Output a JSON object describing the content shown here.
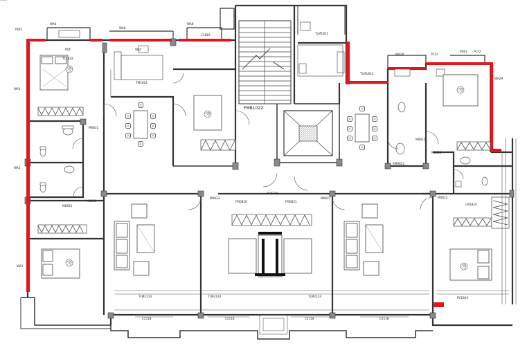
{
  "colors": {
    "wall": "#333333",
    "fill": "#9a9a9a",
    "red": "#e2141c",
    "line": "#555555",
    "fixture": "#777777",
    "paper": "#ffffff"
  },
  "labels": {
    "pdf1": "PDF1",
    "wa4": "WA4",
    "wa8_top": "WA8",
    "wa8_top2": "WA8",
    "c1819": "C1819",
    "tm1824": "TM1824",
    "pdf": "PDF",
    "wa5": "WA5",
    "wa3": "WA3",
    "wa2": "WA2",
    "wa1": "WA1",
    "fmb1022": "FMB1022",
    "m0822_a": "M0822",
    "m0822_b": "M0822",
    "m0822_c": "M0822",
    "m0822_d": "M0822",
    "m0822_e": "M0822",
    "m0822_f": "M0822",
    "m0822_g": "M0822",
    "tlm1821": "TLM1821",
    "tlm1824": "TLM1824",
    "pcf2": "PCF2",
    "wa28": "WA28",
    "pdf2": "PDF2",
    "pcf2_2": "PCF2",
    "wa29": "WA29",
    "pc0219": "PC0219",
    "fm0820": "FM0820",
    "fm0821": "FM0821",
    "m0821": "M0821",
    "tlm2124": "TLM2124",
    "tlm2124b": "TLM2124",
    "tlm2124c": "TLM2124",
    "c2118": "C2118",
    "c2118b": "C2118",
    "c2118c": "C2118",
    "c2118d": "C2118",
    "pc1819": "PC1819",
    "m0812": "M0812",
    "tl1824": "TL1824",
    "rm0822": "RM0822",
    "lm1824": "LM1824"
  }
}
